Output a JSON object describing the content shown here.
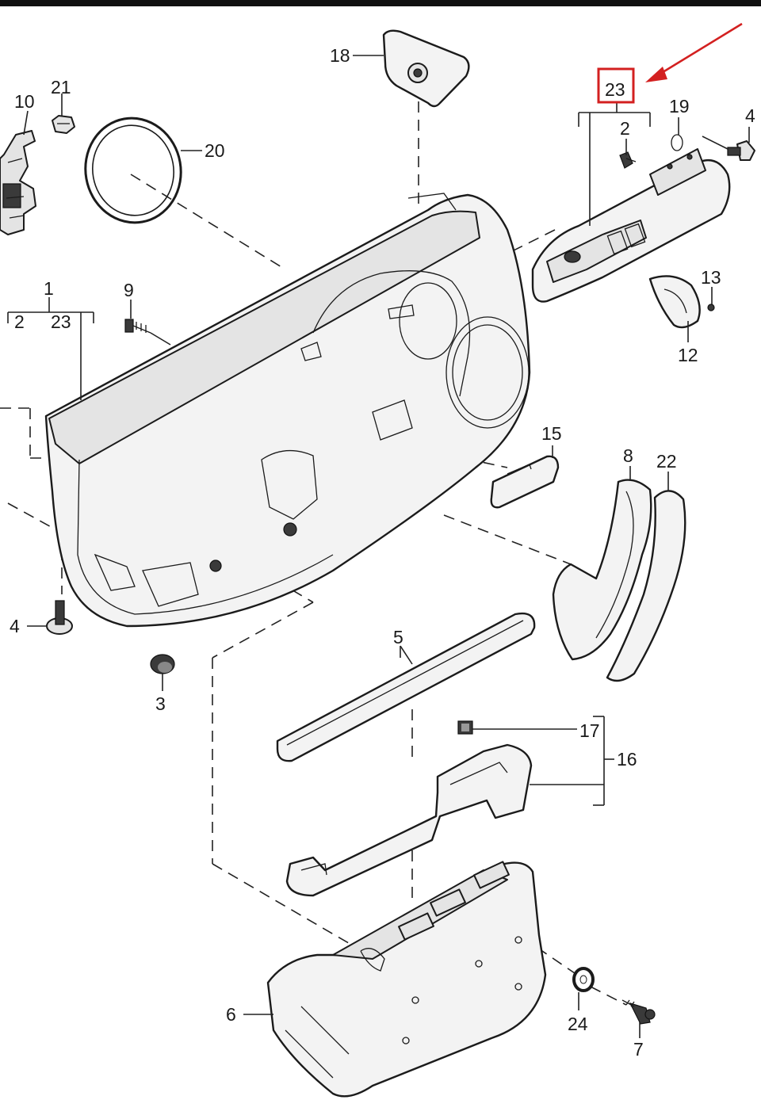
{
  "labels": {
    "p1": "1",
    "p2a": "2",
    "p23a": "23",
    "p2b": "2",
    "p3": "3",
    "p4a": "4",
    "p4b": "4",
    "p5": "5",
    "p6": "6",
    "p7": "7",
    "p8": "8",
    "p9": "9",
    "p10": "10",
    "p12": "12",
    "p13": "13",
    "p15": "15",
    "p16": "16",
    "p17": "17",
    "p18": "18",
    "p19": "19",
    "p20": "20",
    "p21": "21",
    "p22": "22",
    "p23b": "23",
    "p24": "24"
  },
  "highlight": {
    "label": "23",
    "color": "#d32020"
  }
}
